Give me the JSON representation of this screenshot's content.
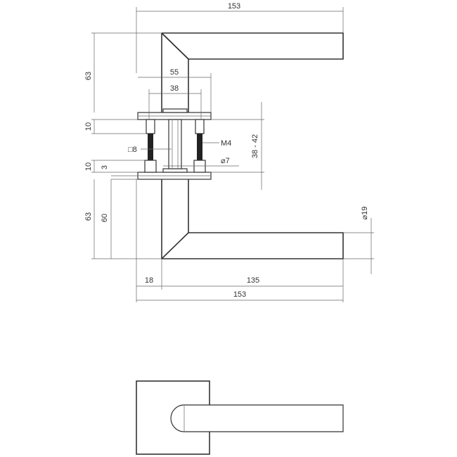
{
  "dimensions": {
    "top_total": "153",
    "upper_height": "63",
    "spindle_55": "55",
    "spindle_38": "38",
    "rose_thickness_top": "10",
    "square_spindle": "□8",
    "thread": "M4",
    "pin_diameter": "⌀7",
    "door_range": "38 - 42",
    "rose_thickness_bottom": "10",
    "offset_3": "3",
    "lower_height": "63",
    "lower_height_inner": "60",
    "grip_diameter": "⌀19",
    "rose_offset": "18",
    "lever_length": "135",
    "bottom_total": "153"
  }
}
